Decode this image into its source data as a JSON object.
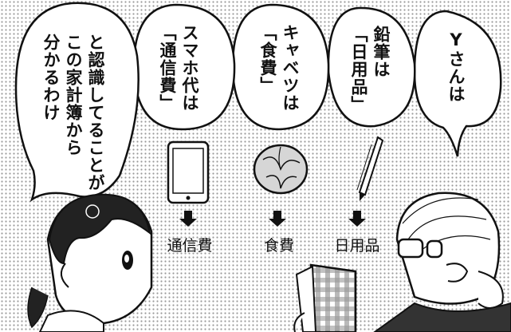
{
  "speech": {
    "bubble_1": [
      "Yさんは"
    ],
    "bubble_2": [
      "鉛筆は",
      "「日用品」"
    ],
    "bubble_3": [
      "キャベツは",
      "「食費」"
    ],
    "bubble_4": [
      "スマホ代は",
      "「通信費」"
    ],
    "bubble_5": [
      "と認識してることが",
      "この家計簿から",
      "分かるわけ"
    ]
  },
  "categories": {
    "phone": "通信費",
    "cabbage": "食費",
    "pencil": "日用品"
  },
  "colors": {
    "ink": "#111111",
    "screentone": "#c9c9c9",
    "paper": "#ffffff"
  }
}
